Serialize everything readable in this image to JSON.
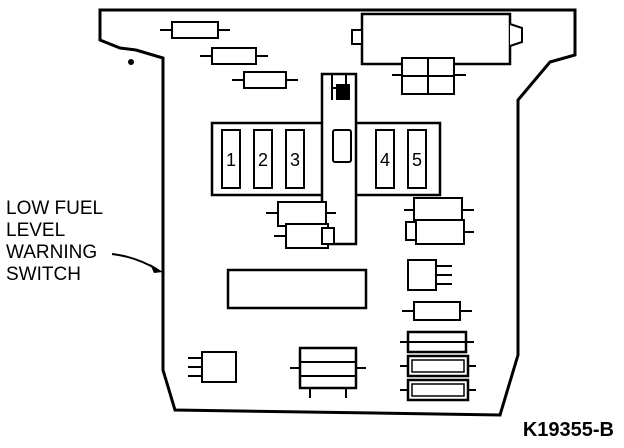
{
  "callout": {
    "lines": [
      "LOW FUEL",
      "LEVEL",
      "WARNING",
      "SWITCH"
    ]
  },
  "figure_id": "K19355-B",
  "connector_slots": [
    "1",
    "2",
    "3",
    "4",
    "5"
  ]
}
